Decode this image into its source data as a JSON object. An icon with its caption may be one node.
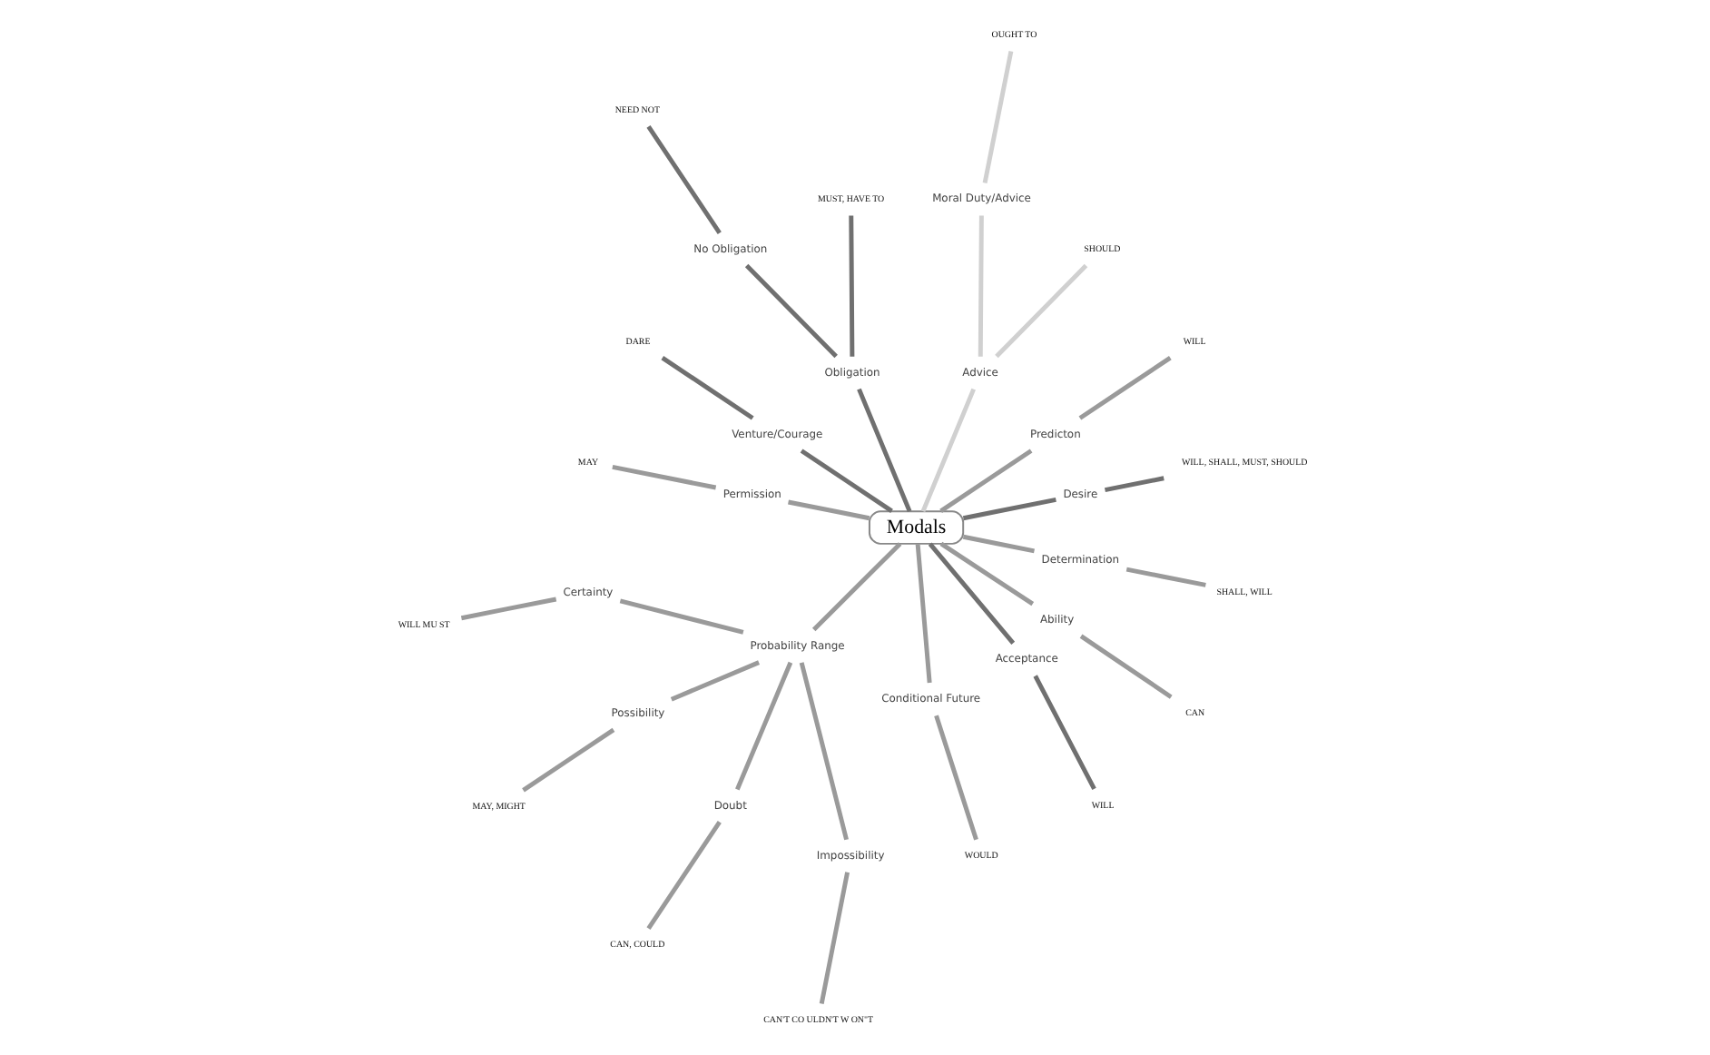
{
  "diagram": {
    "nodes": [
      {
        "text": [
          "Modals"
        ]
      },
      {
        "text": [
          "Desire"
        ]
      },
      {
        "text": [
          "WILL, SHALL, MUST, SHOULD"
        ]
      },
      {
        "text": [
          "Predicton"
        ]
      },
      {
        "text": [
          "WILL"
        ]
      },
      {
        "text": [
          "Advice"
        ]
      },
      {
        "text": [
          "SHOULD"
        ]
      },
      {
        "text": [
          "Moral Duty/Advice"
        ]
      },
      {
        "text": [
          "OUGHT TO"
        ]
      },
      {
        "text": [
          "Obligation"
        ]
      },
      {
        "text": [
          "MUST, HAVE TO"
        ]
      },
      {
        "text": [
          "No Obligation"
        ]
      },
      {
        "text": [
          "NEED NOT"
        ]
      },
      {
        "text": [
          "Venture/Courage"
        ]
      },
      {
        "text": [
          "DARE"
        ]
      },
      {
        "text": [
          "Permission"
        ]
      },
      {
        "text": [
          "MAY"
        ]
      },
      {
        "text": [
          "Probability Range"
        ]
      },
      {
        "text": [
          "Certainty"
        ]
      },
      {
        "text": [
          "WILL MU ST"
        ]
      },
      {
        "text": [
          "Possibility"
        ]
      },
      {
        "text": [
          "MAY, MIGHT"
        ]
      },
      {
        "text": [
          "Doubt"
        ]
      },
      {
        "text": [
          "CAN, COULD"
        ]
      },
      {
        "text": [
          "Impossibility"
        ]
      },
      {
        "text": [
          "CAN'T CO ULDN'T W ON\"T"
        ]
      },
      {
        "text": [
          "Conditional Future"
        ]
      },
      {
        "text": [
          "WOULD"
        ]
      },
      {
        "text": [
          "Acceptance"
        ]
      },
      {
        "text": [
          "WILL"
        ]
      },
      {
        "text": [
          "Ability"
        ]
      },
      {
        "text": [
          "CAN"
        ]
      },
      {
        "text": [
          "Determination"
        ]
      },
      {
        "text": [
          "SHALL, WILL"
        ]
      }
    ],
    "edges": [
      {
        "from": 0,
        "to": 1,
        "arrow": "none",
        "color": "#707070"
      },
      {
        "from": 1,
        "to": 2,
        "arrow": "none",
        "color": "#707070"
      },
      {
        "from": 0,
        "to": 3,
        "arrow": "none"
      },
      {
        "from": 3,
        "to": 4,
        "arrow": "none"
      },
      {
        "from": 0,
        "to": 5,
        "arrow": "none",
        "color": "#d0d0d0"
      },
      {
        "from": 5,
        "to": 6,
        "arrow": "none",
        "color": "#d0d0d0"
      },
      {
        "from": 5,
        "to": 7,
        "arrow": "none",
        "color": "#d0d0d0"
      },
      {
        "from": 7,
        "to": 8,
        "arrow": "none",
        "color": "#d0d0d0"
      },
      {
        "from": 0,
        "to": 9,
        "arrow": "none",
        "color": "#707070"
      },
      {
        "from": 9,
        "to": 10,
        "arrow": "none",
        "color": "#707070"
      },
      {
        "from": 9,
        "to": 11,
        "arrow": "none",
        "color": "#707070"
      },
      {
        "from": 11,
        "to": 12,
        "arrow": "none",
        "color": "#707070"
      },
      {
        "from": 0,
        "to": 13,
        "arrow": "none",
        "color": "#707070"
      },
      {
        "from": 13,
        "to": 14,
        "arrow": "none",
        "color": "#707070"
      },
      {
        "from": 0,
        "to": 15,
        "arrow": "none"
      },
      {
        "from": 15,
        "to": 16,
        "arrow": "none"
      },
      {
        "from": 0,
        "to": 17,
        "arrow": "none"
      },
      {
        "from": 17,
        "to": 18,
        "arrow": "none"
      },
      {
        "from": 18,
        "to": 19,
        "arrow": "none"
      },
      {
        "from": 17,
        "to": 20,
        "arrow": "none"
      },
      {
        "from": 20,
        "to": 21,
        "arrow": "none"
      },
      {
        "from": 17,
        "to": 22,
        "arrow": "none"
      },
      {
        "from": 22,
        "to": 23,
        "arrow": "none"
      },
      {
        "from": 17,
        "to": 24,
        "arrow": "none"
      },
      {
        "from": 24,
        "to": 25,
        "arrow": "none"
      },
      {
        "from": 0,
        "to": 26,
        "arrow": "none"
      },
      {
        "from": 26,
        "to": 27,
        "arrow": "none"
      },
      {
        "from": 0,
        "to": 28,
        "arrow": "none",
        "color": "#707070"
      },
      {
        "from": 28,
        "to": 29,
        "arrow": "none",
        "color": "#707070"
      },
      {
        "from": 0,
        "to": 30,
        "arrow": "none"
      },
      {
        "from": 30,
        "to": 31,
        "arrow": "none"
      },
      {
        "from": 0,
        "to": 32,
        "arrow": "none"
      },
      {
        "from": 32,
        "to": 33,
        "arrow": "none"
      }
    ]
  }
}
